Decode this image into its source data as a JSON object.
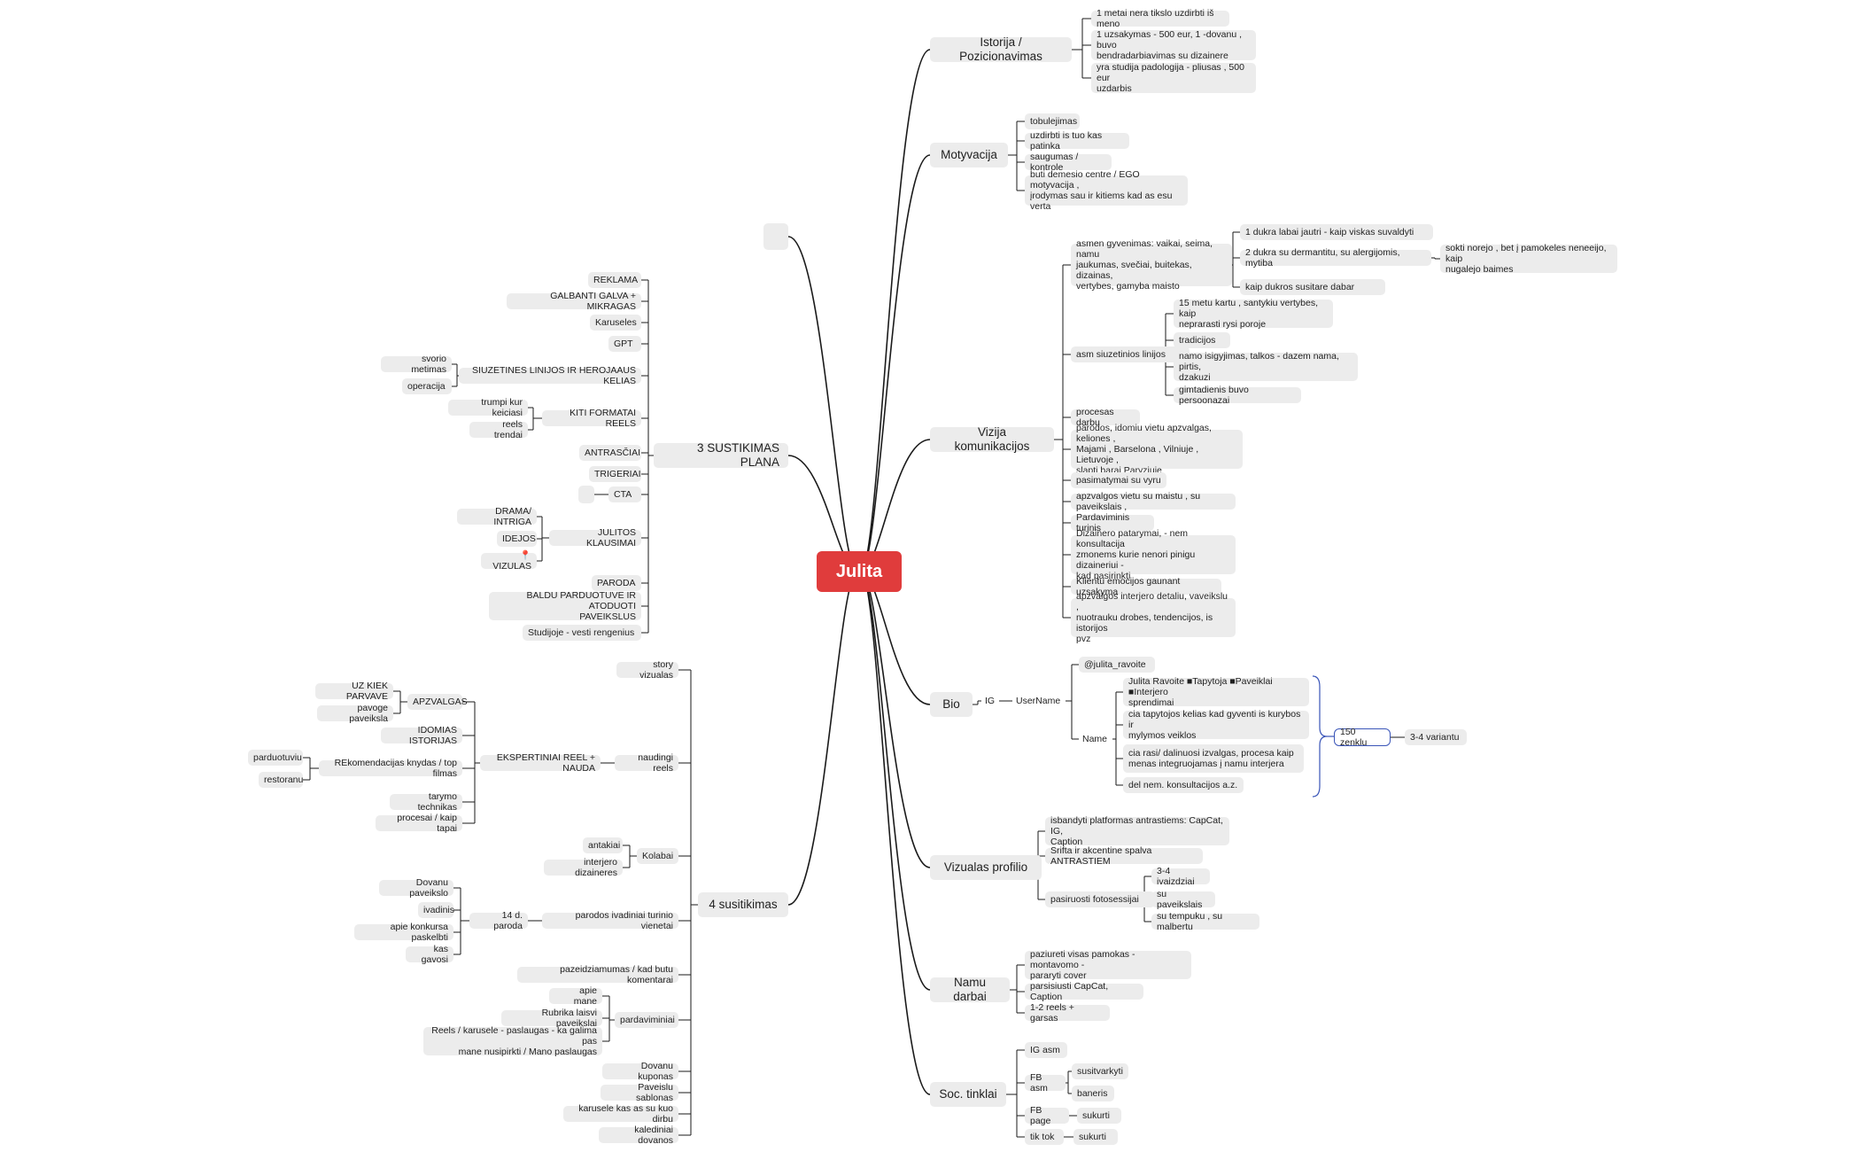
{
  "central": "Julita",
  "mindmap": {
    "istorija": {
      "label": "Istorija / Pozicionavimas",
      "items": [
        "1 metai nera tikslo uzdirbti iš meno",
        "1 uzsakymas - 500 eur, 1 -dovanu , buvo\nbendradarbiavimas su dizainere",
        "yra studija padologija - pliusas , 500 eur\nuzdarbis"
      ]
    },
    "motyvacija": {
      "label": "Motyvacija",
      "items": [
        "tobulejimas",
        "uzdirbti is tuo kas patinka",
        "saugumas / kontrole",
        "buti demesio centre / EGO motyvacija ,\nįrodymas sau ir kitiems kad as esu verta"
      ]
    },
    "empty_topic": "",
    "vizija": {
      "label": "Vizija komunikacijos",
      "asmen": "asmen gyvenimas: vaikai, seima, namu\njaukumas, svečiai, buitekas, dizainas,\nvertybes, gamyba maisto",
      "asmen_sub": [
        "1 dukra labai jautri - kaip viskas suvaldyti",
        "2 dukra su dermantitu, su alergijomis, mytiba",
        "kaip dukros susitare dabar"
      ],
      "asmen_sub_sub": "sokti norejo , bet į pamokeles neneeijo, kaip\nnugalejo baimes",
      "siuzetines": "asm siuzetinios linijos",
      "siuzetines_sub": [
        "15 metu kartu , santykiu vertybes, kaip\nneprarasti rysi poroje",
        "tradicijos",
        "namo isigyjimas, talkos - dazem nama, pirtis,\ndzakuzi",
        "gimtadienis buvo persoonazai"
      ],
      "items": [
        "procesas darbu",
        "parodos, idomiu vietu apzvalgas, keliones ,\nMajami , Barselona , Vilniuje ,  Lietuvoje ,\nslapti barai Paryziuje",
        "pasimatymai su vyru",
        "apzvalgos vietu su maistu , su paveikslais ,",
        "Pardaviminis turinis",
        "Dizainero patarymai, - nem konsultacija\nzmonems kurie nenori pinigu dizaineriui -\nkad pasirinkti",
        "Klientu emocijos gaunant uzsakyma",
        "apzvalgos interjero detaliu, vaveikslu ,\nnuotrauku drobes, tendencijos, is istorijos\npvz"
      ]
    },
    "bio": {
      "label": "Bio",
      "ig": "IG",
      "username": "UserName",
      "handle": "@julita_ravoite",
      "name": "Name",
      "name_items": [
        "Julita Ravoite ■Tapytoja ■Paveiklai ■Interjero\nsprendimai",
        "cia tapytojos kelias kad gyventi is kurybos ir\nmylymos veiklos",
        "cia rasi/ dalinuosi izvalgas, procesa kaip\nmenas integruojamas į namu interjera",
        "del nem. konsultacijos a.z."
      ],
      "summary": "150 zenklu",
      "summary_sub": "3-4 variantu"
    },
    "vizualas": {
      "label": "Vizualas profilio",
      "items": [
        "isbandyti platformas antrastiems: CapCat, IG,\nCaption",
        "Srifta ir akcentine spalva ANTRASTIEM"
      ],
      "foto": "pasiruosti fotosessijai",
      "foto_items": [
        "3-4 ivaizdziai",
        "su paveikslais",
        "su tempuku , su malbertu"
      ]
    },
    "namu": {
      "label": "Namu darbai",
      "items": [
        "paziureti visas pamokas - montavomo -\npararyti cover",
        "parsisiusti CapCat, Caption",
        "1-2 reels + garsas"
      ]
    },
    "soc": {
      "label": "Soc. tinklai",
      "ig_asm": "IG asm",
      "fb_asm": "FB asm",
      "fb_asm_items": [
        "susitvarkyti",
        "baneris"
      ],
      "fb_page": "FB page",
      "fb_page_item": "sukurti",
      "tiktok": "tik tok",
      "tiktok_item": "sukurti"
    },
    "plan3": {
      "label": "3 SUSTIKIMAS PLANA",
      "items_top": [
        "REKLAMA",
        "GALBANTI GALVA + MIKRAGAS",
        "Karuseles",
        "GPT"
      ],
      "siuzet": "SIUZETINES LINIJOS IR HEROJAAUS KELIAS",
      "siuzet_items": [
        "svorio metimas",
        "operacija"
      ],
      "kiti": "KITI FORMATAI REELS",
      "kiti_items": [
        "trumpi kur keiciasi",
        "reels trendai"
      ],
      "items_mid": [
        "ANTRASČIAI",
        "TRIGERIAI"
      ],
      "cta": "CTA",
      "cta_empty": "",
      "julitos": "JULITOS KLAUSIMAI",
      "julitos_items": [
        "DRAMA/ INTRIGA",
        "IDEJOS",
        "📍VIZULAS"
      ],
      "items_bottom": [
        "PARODA",
        "BALDU PARDUOTUVE IR ATODUOTI\nPAVEIKSLUS",
        "Studijoje - vesti rengenius"
      ]
    },
    "plan4": {
      "label": "4 susitikimas",
      "story": "story vizualas",
      "naudingi": "naudingi reels",
      "eksp": "EKSPERTINIAI REEL + NAUDA",
      "apzvalgas": "APZVALGAS",
      "apzvalgas_items": [
        "UZ KIEK PARVAVE",
        "pavoge paveiksla"
      ],
      "idomias": "IDOMIAS ISTORIJAS",
      "rekom": "REkomendacijas knydas / top filmas",
      "rekom_items": [
        "parduotuviu",
        "restoranu"
      ],
      "tarymo": "tarymo technikas",
      "procesai": "procesai / kaip tapai",
      "kolabai": "Kolabai",
      "kolabai_items": [
        "antakiai",
        "interjero dizaineres"
      ],
      "parodos": "parodos ivadiniai turinio vienetai",
      "paroda14": "14 d. paroda",
      "paroda14_items": [
        "Dovanu paveikslo",
        "ivadinis",
        "apie konkursa  paskelbti",
        "kas gavosi"
      ],
      "pazeid": "pazeidziamumas / kad butu komentarai",
      "pardav": "pardaviminiai",
      "pardav_items": [
        "apie mane",
        "Rubrika laisvi paveikslai",
        "Reels / karusele - paslaugas - ka galima pas\nmane nusipirkti / Mano paslaugas"
      ],
      "items_bottom": [
        "Dovanu kuponas",
        "Paveislu sablonas",
        "karusele kas as su kuo dirbu",
        "kalediniai dovanos"
      ]
    }
  }
}
